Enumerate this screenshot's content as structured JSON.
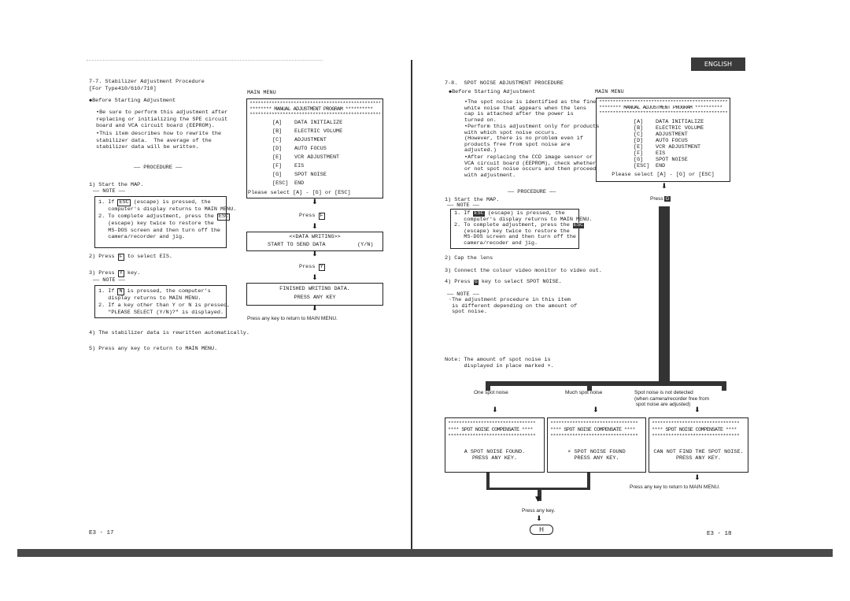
{
  "badge": "ENGLISH",
  "left_page": {
    "title": "7-7. Stabilizer Adjustment Procedure",
    "subtitle": "[For Type410/610/710]",
    "before_heading": "Before Starting Adjustment",
    "bullets": [
      "Be sure to perform this adjustment after\nreplacing or initializing the SPE circuit\nboard and VCA circuit board (EEPROM).",
      "This item describes how to rewrite the\nstabilizer data.  The average of the\nstabilizer data will be written."
    ],
    "procedure_label": "PROCEDURE",
    "step1": "1) Start the MAP.",
    "note_label": "NOTE",
    "note1": [
      {
        "pre": "1. If ",
        "key": "ESC",
        "post": " (escape) is pressed, the\n   computer's display returns to MAIN MENU."
      },
      {
        "pre": "2. To complete adjustment, press the ",
        "key": "ESC",
        "post": "\n   (escape) key twice to restore the\n   MS-DOS screen and then turn off the\n   camera/recorder and jig."
      }
    ],
    "step2_pre": "2) Press ",
    "step2_key": "F",
    "step2_post": " to select EIS.",
    "step3_pre": "3) Press ",
    "step3_key": "Y",
    "step3_post": " key.",
    "note2": [
      {
        "pre": "1. If ",
        "key": "N",
        "post": " is pressed, the computer's\n   display returns to MAIN MENU."
      },
      {
        "pre": "2. If a key other than Y or N is pressed,\n   \"PLEASE SELECT (Y/N)?\" is displayed.",
        "key": "",
        "post": ""
      }
    ],
    "step4": "4) The stabilizer data is rewritten automatically.",
    "step5": "5) Press any key to return to MAIN MENU.",
    "page_number": "E3 - 17"
  },
  "left_flow": {
    "menu_title": "MAIN MENU",
    "stars": "************************************************",
    "program_line": "******** MANUAL ADJUSTMENT PROGRAM **********",
    "items": [
      {
        "key": "[A]",
        "label": "DATA INITIALIZE"
      },
      {
        "key": "[B]",
        "label": "ELECTRIC VOLUME"
      },
      {
        "key": "[C]",
        "label": "ADJUSTMENT"
      },
      {
        "key": "[D]",
        "label": "AUTO FOCUS"
      },
      {
        "key": "[E]",
        "label": "VCR ADJUSTMENT"
      },
      {
        "key": "[F]",
        "label": "EIS"
      },
      {
        "key": "[G]",
        "label": "SPOT NOISE"
      },
      {
        "key": "[ESC]",
        "label": "END"
      }
    ],
    "prompt": "Please select [A] - [G] or [ESC]",
    "press": "Press",
    "press_f": "F",
    "press_y": "Y",
    "writing_title": "<<DATA WRITING>>",
    "writing_line": "START TO SEND DATA",
    "writing_yn": "(Y/N)",
    "finished_line1": "FINISHED WRITING DATA.",
    "finished_line2": "PRESS ANY KEY",
    "return_text": "Press any key to return to MAIN MENU."
  },
  "right_page": {
    "title": "7-8.  SPOT NOISE ADJUSTMENT PROCEDURE",
    "before_heading": "Before Starting Adjustment",
    "bullets": [
      "The spot noise is identified as the fine\nwhite noise that appears when the lens\ncap is attached after the power is\nturned on.",
      "Perform this adjustment only for products\nwith which spot noise occurs.\n(However, there is no problem even if\nproducts free from spot noise are\nadjusted.)",
      "After replacing the CCD image sensor or\nVCA circuit board (EEPROM), check whether\nor not spot noise occurs and then proceed\nwith adjustment."
    ],
    "procedure_label": "PROCEDURE",
    "step1": "1) Start the MAP.",
    "note_label": "NOTE",
    "note1": [
      {
        "pre": "1. If ",
        "key": "ESC",
        "post": " (escape) is pressed, the\n   computer's display returns to MAIN MENU."
      },
      {
        "pre": "2. To complete adjustment, press the ",
        "key": "ESC",
        "post": "\n   (escape) key twice to restore the\n   MS-DOS screen and then turn off the\n   camera/recoder and jig."
      }
    ],
    "step2": "2) Cap the lens",
    "step3": "3) Connect the colour video monitor to video out.",
    "step4_pre": "4) Press ",
    "step4_key": "G",
    "step4_post": " key to select SPOT NOISE.",
    "note2_text": "·The adjustment procedure in this item\n is different depending on the amount of\n spot noise.",
    "note_x": "Note: The amount of spot noise is\n      displayed in place marked ×.",
    "page_number": "E3 - 18"
  },
  "right_flow": {
    "menu_title": "MAIN MENU",
    "stars": "************************************************",
    "program_line": "******** MANUAL ADJUSTMENT PROGRAM **********",
    "items": [
      {
        "key": "[A]",
        "label": "DATA INITIALIZE"
      },
      {
        "key": "[B]",
        "label": "ELECTRIC VOLUME"
      },
      {
        "key": "[C]",
        "label": "ADJUSTMENT"
      },
      {
        "key": "[D]",
        "label": "AUTO FOCUS"
      },
      {
        "key": "[E]",
        "label": "VCR ADJUSTMENT"
      },
      {
        "key": "[F]",
        "label": "EIS"
      },
      {
        "key": "[G]",
        "label": "SPOT NOISE"
      },
      {
        "key": "[ESC]",
        "label": "END"
      }
    ],
    "prompt": "Please select [A] - [G] or [ESC]",
    "press": "Press",
    "press_g": "G",
    "branch_labels": [
      "One spot noise",
      "Much spot noise",
      "Spot noise is not detected\n(when camera/recorder free from\n spot noise are adjusted)"
    ],
    "box_header": "**** SPOT NOISE COMPENSATE ****",
    "box_stars": "********************************",
    "results": [
      "A SPOT NOISE FOUND.\nPRESS ANY KEY.",
      "× SPOT NOISE FOUND\nPRESS ANY KEY.",
      "CAN NOT FIND THE SPOT NOISE.\nPRESS ANY KEY."
    ],
    "return_text": "Press any key to return to MAIN MENU.",
    "press_any_key": "Press any key.",
    "h_symbol": "H"
  }
}
